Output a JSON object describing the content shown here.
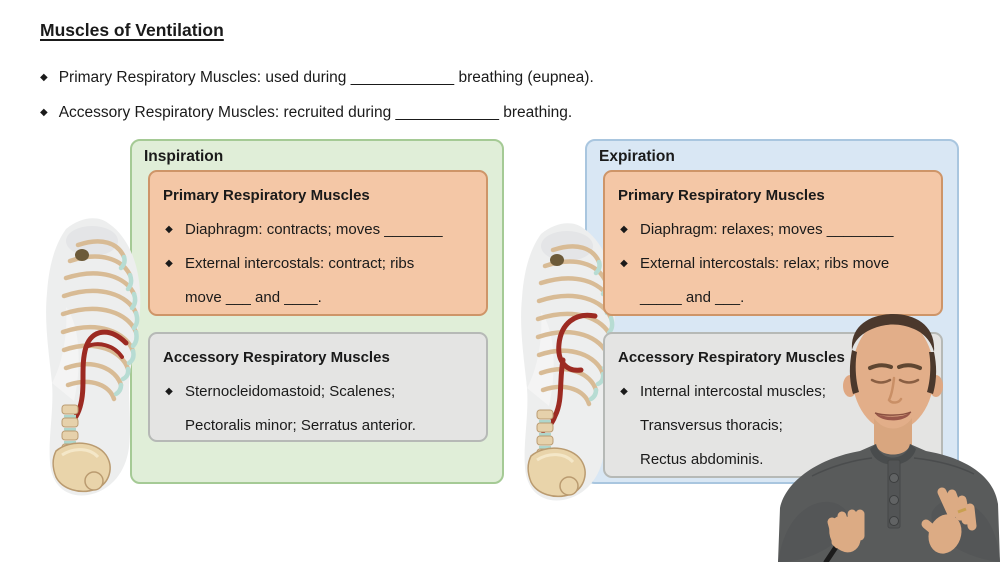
{
  "header": {
    "title": "Muscles of Ventilation",
    "bullets": [
      "Primary Respiratory Muscles: used during ____________ breathing (eupnea).",
      "Accessory Respiratory Muscles: recruited during ____________ breathing."
    ]
  },
  "glyphs": {
    "bullet_diamond": "◆"
  },
  "panels": {
    "inspiration": {
      "label": "Inspiration",
      "primary_box": {
        "title": "Primary Respiratory Muscles",
        "lines": [
          "Diaphragm: contracts; moves _______",
          "External intercostals: contract;  ribs",
          "move ___ and ____."
        ]
      },
      "accessory_box": {
        "title": "Accessory Respiratory Muscles",
        "lines": [
          "Sternocleidomastoid; Scalenes;",
          "Pectoralis minor; Serratus anterior."
        ]
      }
    },
    "expiration": {
      "label": "Expiration",
      "primary_box": {
        "title": "Primary Respiratory Muscles",
        "lines": [
          "Diaphragm: relaxes; moves ________",
          "External intercostals: relax; ribs move",
          "_____ and ___."
        ]
      },
      "accessory_box": {
        "title": "Accessory Respiratory Muscles",
        "lines": [
          "Internal intercostal muscles;",
          "Transversus thoracis;",
          "Rectus abdominis."
        ]
      }
    }
  },
  "figures": {
    "left_illustration": "lateral-ribcage-anatomy",
    "right_illustration": "lateral-ribcage-anatomy",
    "presenter": "instructor-video-overlay"
  },
  "colors": {
    "inspiration_bg": "#e0eed8",
    "inspiration_border": "#a5ca95",
    "expiration_bg": "#d9e7f4",
    "expiration_border": "#a9c6df",
    "primary_box_bg": "#f4c7a6",
    "primary_box_border": "#ce9568",
    "accessory_box_bg": "#e4e4e3",
    "accessory_box_border": "#b6b9b6",
    "diaphragm_red": "#9c2a22",
    "bone_tan": "#e6d1ab",
    "cartilage_teal": "#b7dcd3",
    "shirt_gray": "#595b5b",
    "text": "#1a1a1a"
  }
}
